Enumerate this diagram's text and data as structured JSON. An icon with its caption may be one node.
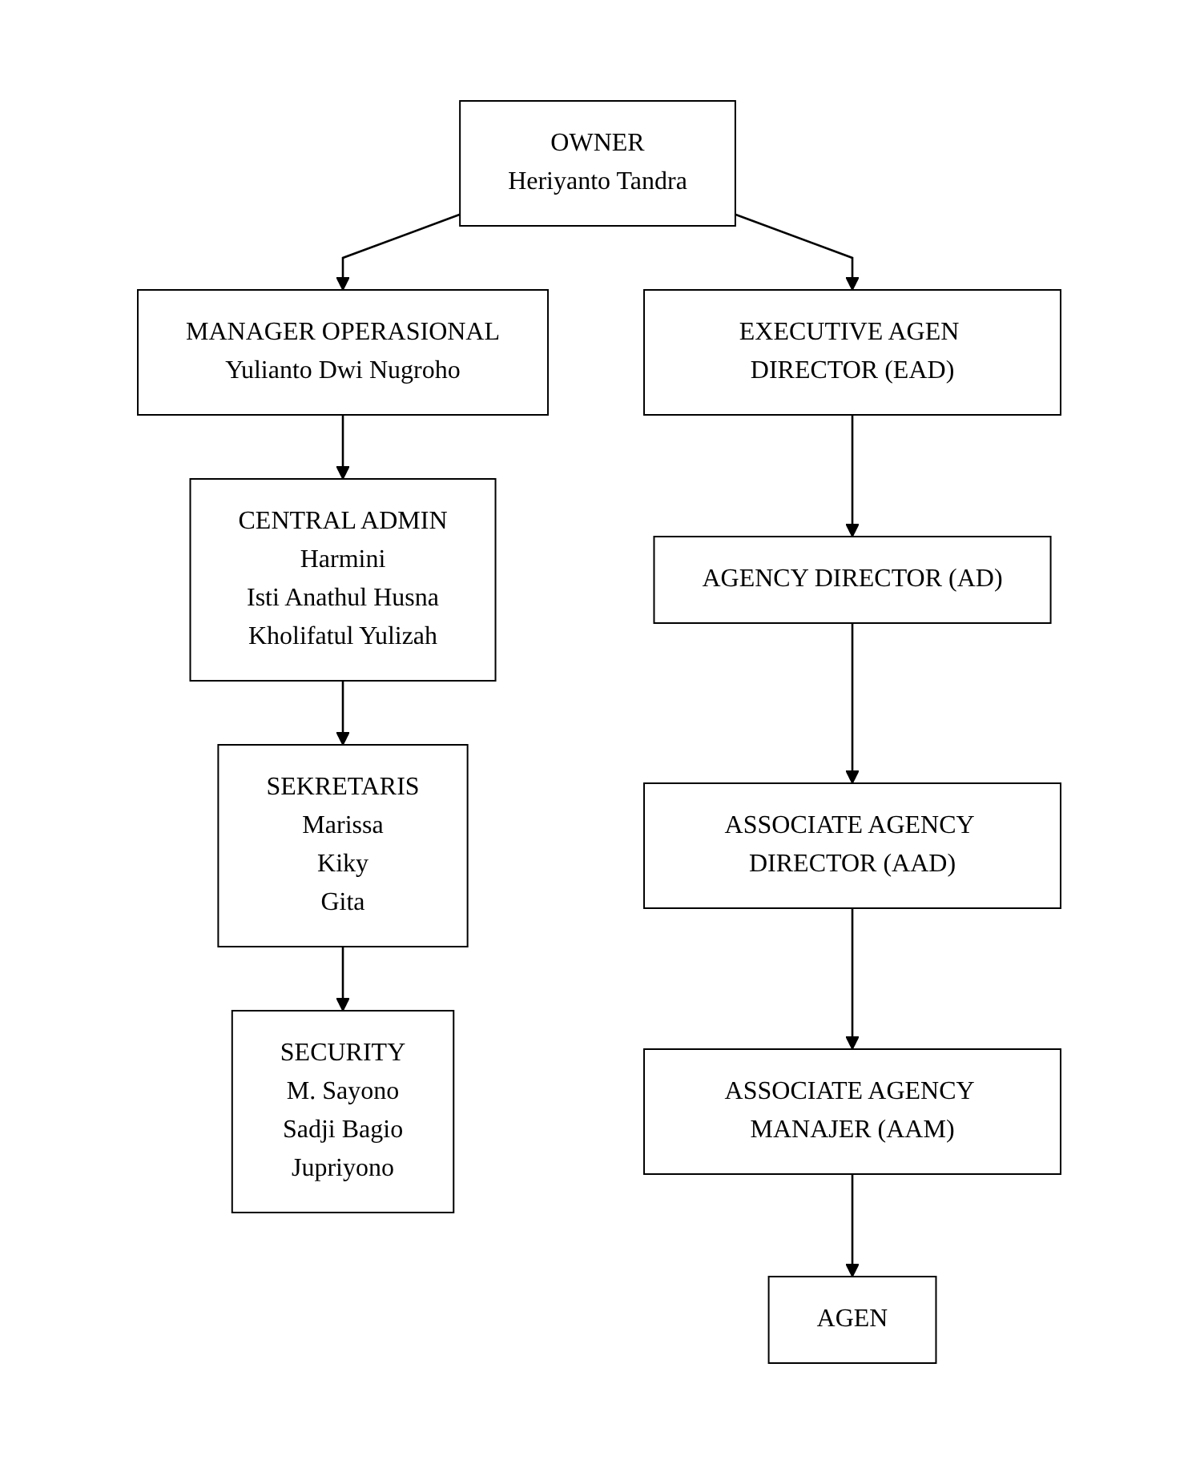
{
  "diagram": {
    "nodes": [
      {
        "text": [
          "OWNER",
          "Heriyanto Tandra"
        ]
      },
      {
        "text": [
          "MANAGER OPERASIONAL",
          "Yulianto Dwi Nugroho"
        ]
      },
      {
        "text": [
          "CENTRAL ADMIN",
          "Harmini",
          "Isti Anathul Husna",
          "Kholifatul Yulizah"
        ]
      },
      {
        "text": [
          "SEKRETARIS",
          "Marissa",
          "Kiky",
          "Gita"
        ]
      },
      {
        "text": [
          "SECURITY",
          "M. Sayono",
          "Sadji Bagio",
          "Jupriyono"
        ]
      },
      {
        "text": [
          "EXECUTIVE AGEN DIRECTOR (EAD)"
        ]
      },
      {
        "text": [
          "AGENCY DIRECTOR (AD)"
        ]
      },
      {
        "text": [
          "ASSOCIATE AGENCY DIRECTOR (AAD)"
        ]
      },
      {
        "text": [
          "ASSOCIATE AGENCY MANAJER (AAM)"
        ]
      },
      {
        "text": [
          "AGEN"
        ]
      }
    ],
    "edges": [
      {
        "from": 0,
        "to": 1,
        "arrow": "to"
      },
      {
        "from": 0,
        "to": 5,
        "arrow": "to"
      },
      {
        "from": 1,
        "to": 2,
        "arrow": "to"
      },
      {
        "from": 2,
        "to": 3,
        "arrow": "to"
      },
      {
        "from": 3,
        "to": 4,
        "arrow": "to"
      },
      {
        "from": 5,
        "to": 6,
        "arrow": "to"
      },
      {
        "from": 6,
        "to": 7,
        "arrow": "to"
      },
      {
        "from": 7,
        "to": 8,
        "arrow": "to"
      },
      {
        "from": 8,
        "to": 9,
        "arrow": "to"
      }
    ]
  }
}
